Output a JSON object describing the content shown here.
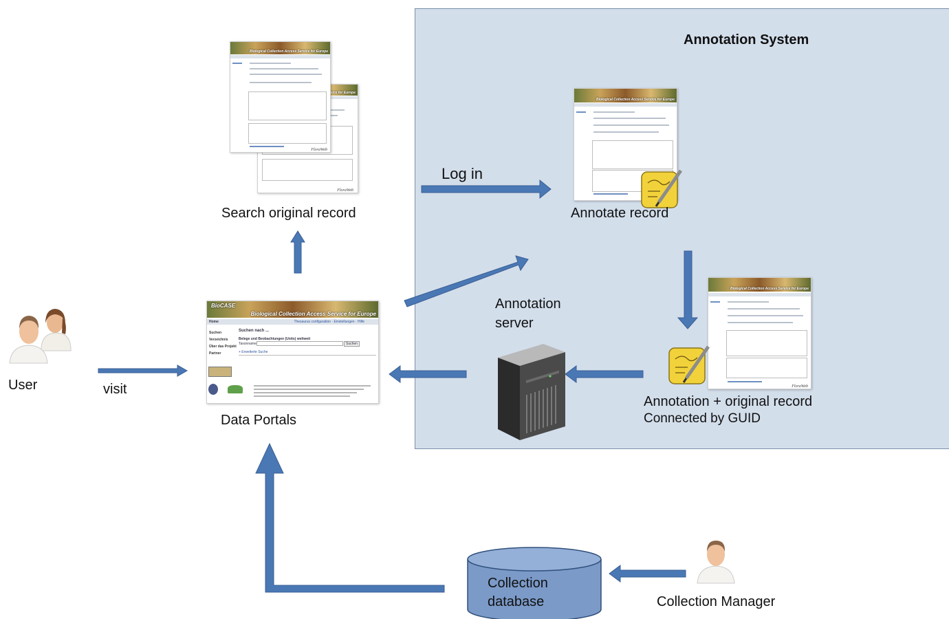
{
  "panel": {
    "title": "Annotation System"
  },
  "labels": {
    "user": "User",
    "visit": "visit",
    "data_portals": "Data Portals",
    "search_original": "Search original record",
    "log_in": "Log in",
    "annotate_record": "Annotate record",
    "annotation_server_1": "Annotation",
    "annotation_server_2": "server",
    "annotation_plus_1": "Annotation + original record",
    "annotation_plus_2": "Connected by GUID",
    "collection_db_1": "Collection",
    "collection_db_2": "database",
    "collection_manager": "Collection Manager"
  },
  "portal": {
    "banner_logo": "BioCASE",
    "banner_title": "Biological Collection Access Service for Europe",
    "nav_home": "Home",
    "top_links": "Thesaurus configuration · Einstellungen · Hilfe",
    "menu": [
      "Suchen",
      "Verzeichnis",
      "Über das Projekt",
      "Partner"
    ],
    "heading": "Suchen nach ...",
    "subheading": "Belege und Beobachtungen (Units) weltweit",
    "field_label": "Taxonname",
    "search_button": "Suchen",
    "advanced": "+ Erweiterte Suche"
  },
  "thumbs": {
    "banner_text": "Biological Collection Access Service for Europe",
    "footer_logo": "FloraWeb"
  },
  "colors": {
    "panel_bg": "#d3deeb",
    "arrow": "#4a78b5",
    "arrow_stroke": "#3a5f93",
    "db_fill": "#7b9ac8"
  }
}
